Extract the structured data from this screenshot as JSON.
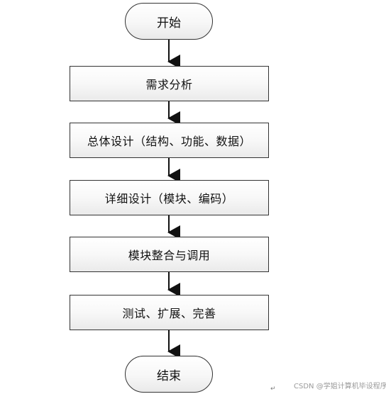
{
  "flowchart": {
    "start": "开始",
    "steps": [
      "需求分析",
      "总体设计（结构、功能、数据）",
      "详细设计（模块、编码）",
      "模块整合与调用",
      "测试、扩展、完善"
    ],
    "end": "结束"
  },
  "watermark": "CSDN @学姐计算机毕设程序",
  "return_mark": "↵",
  "colors": {
    "line": "#111111",
    "border": "#333333",
    "watermark": "#9a9a9a"
  }
}
